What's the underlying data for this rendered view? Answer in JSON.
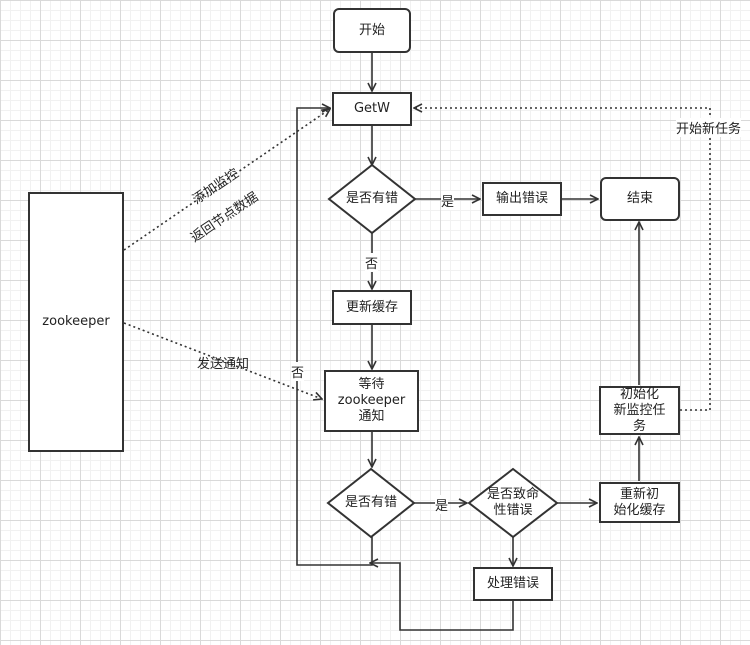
{
  "nodes": {
    "start": "开始",
    "getw": "GetW",
    "has_error_1": "是否有错",
    "output_error": "输出错误",
    "end": "结束",
    "update_cache": "更新缓存",
    "wait_notify": "等待\nzookeeper\n通知",
    "has_error_2": "是否有错",
    "fatal_error": "是否致命\n性错误",
    "reinit_cache": "重新初\n始化缓存",
    "init_monitor": "初始化\n新监控任\n务",
    "handle_error": "处理错误",
    "zookeeper": "zookeeper"
  },
  "edge_labels": {
    "yes_1": "是",
    "no_1": "否",
    "yes_2": "是",
    "no_2": "否",
    "add_watch": "添加监控",
    "return_data": "返回节点数据",
    "send_notify": "发送通知",
    "start_new_task": "开始新任务"
  },
  "colors": {
    "stroke": "#333333",
    "grid_major": "#d9d9d9",
    "grid_minor": "#f1f1f1"
  }
}
